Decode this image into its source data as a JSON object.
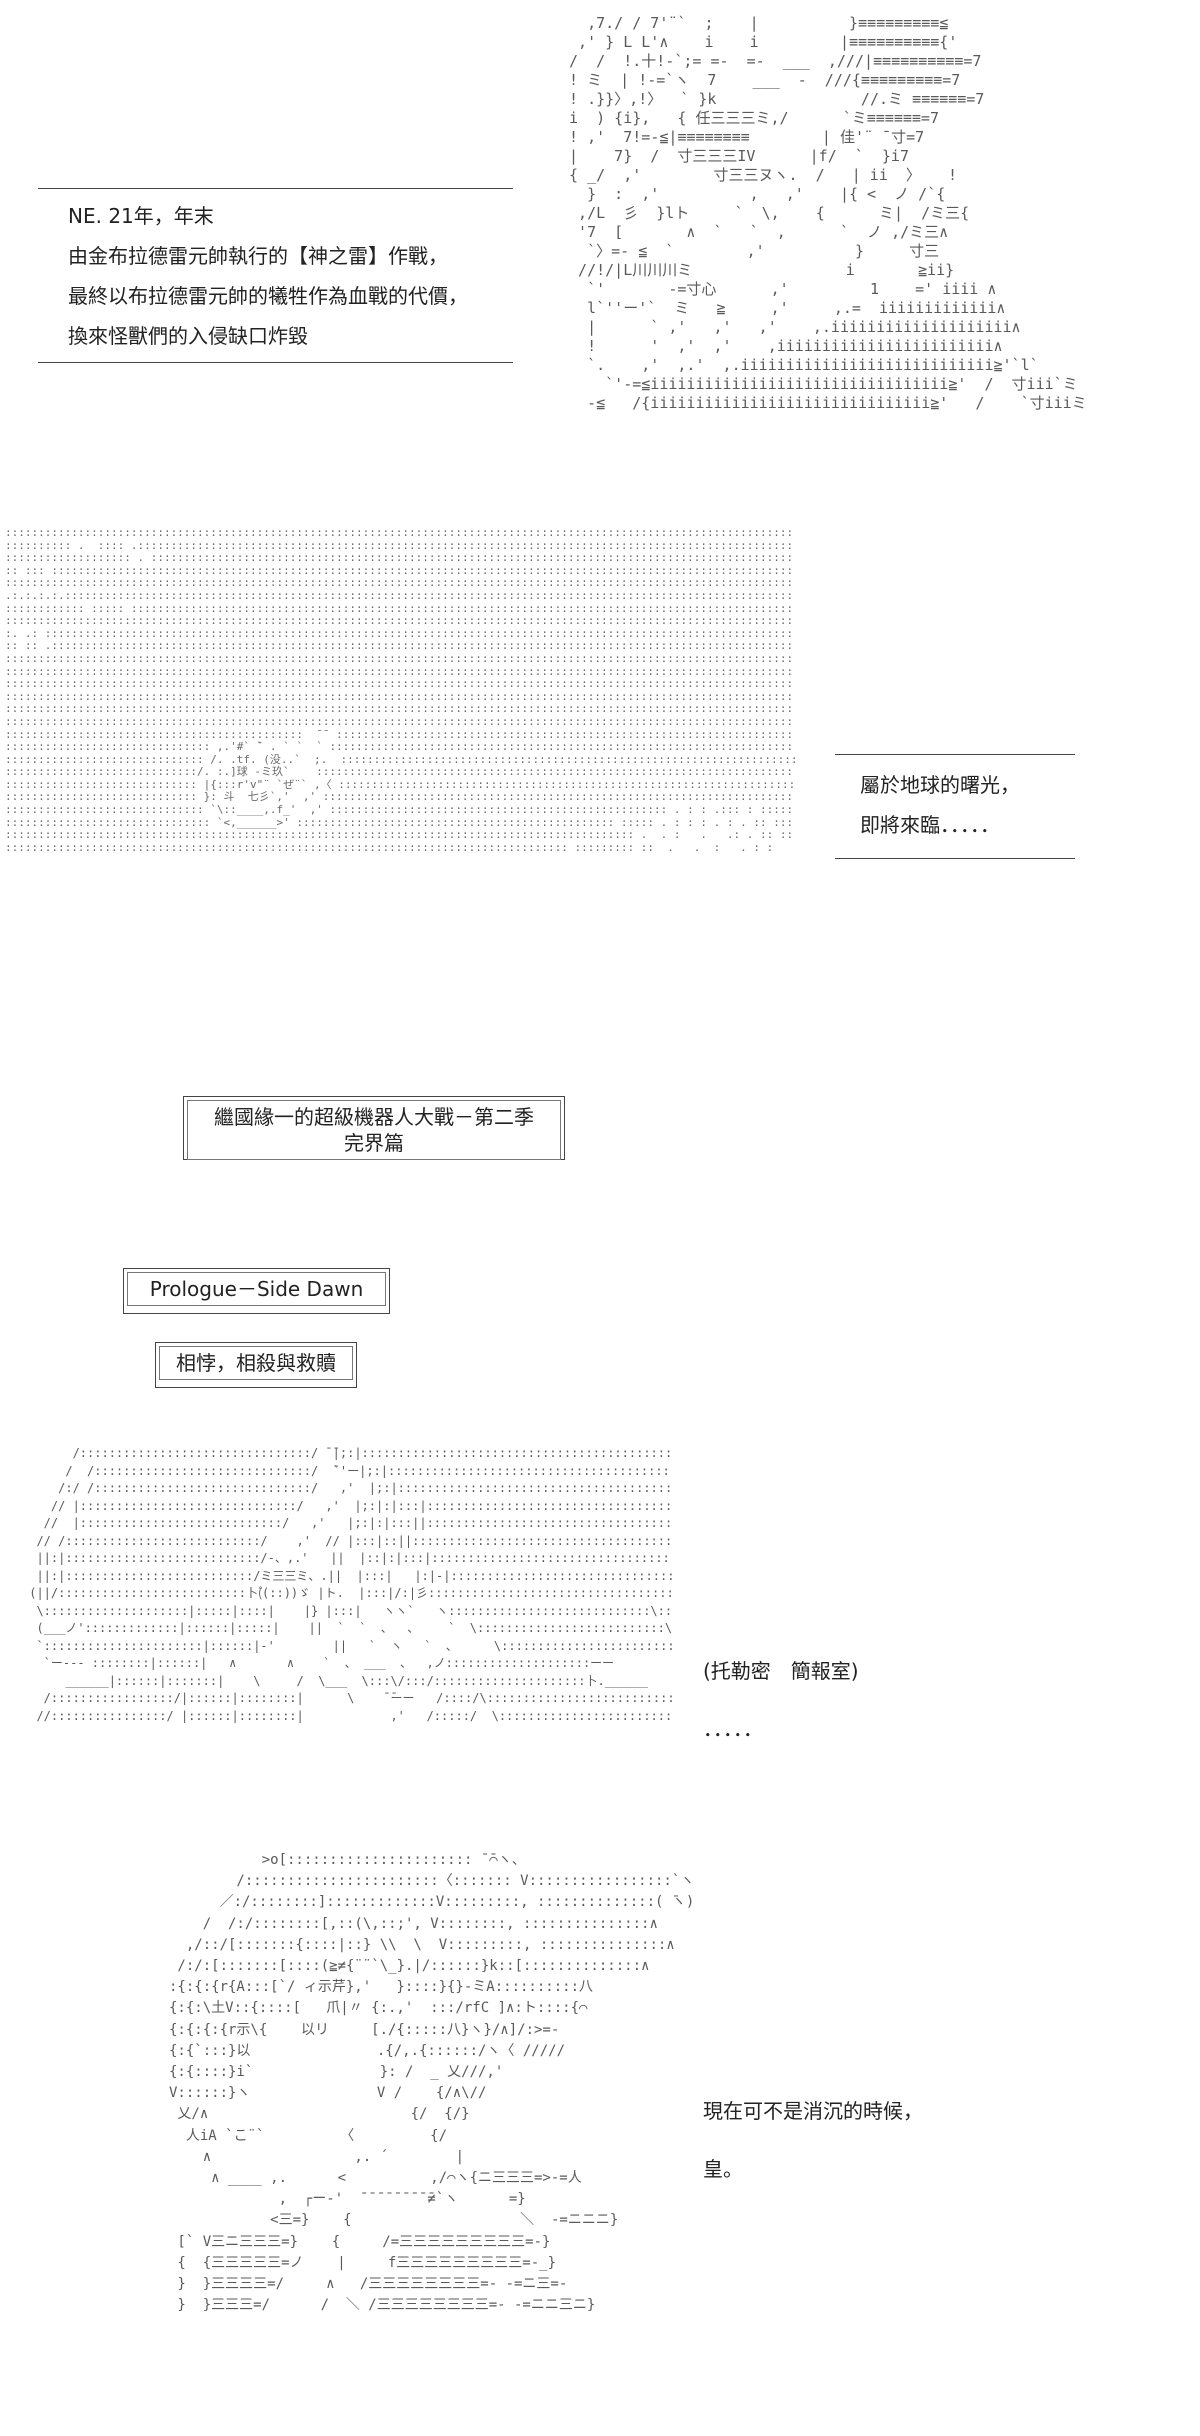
{
  "colors": {
    "background": "#ffffff",
    "text": "#222222",
    "art_ink": "#5a5a5a",
    "rule": "#444444"
  },
  "intro_caption": {
    "lines": [
      "NE. 21年，年末",
      "由金布拉德雷元帥執行的【神之雷】作戰，",
      "最終以布拉德雷元帥的犧牲作為血戰的代價，",
      "換來怪獸們的入侵缺口炸毀"
    ]
  },
  "earth_caption": {
    "lines": [
      "屬於地球的曙光，",
      "即將來臨．．．．．"
    ]
  },
  "title_box": {
    "line1": "繼國緣一的超級機器人大戰－第二季",
    "line2": "完界篇"
  },
  "chapter_box": {
    "label": "Prologue－Side Dawn"
  },
  "subtitle_box": {
    "label": "相悖，相殺與救贖"
  },
  "location_caption": {
    "lines": [
      "(托勒密　簡報室)",
      "．．．．．"
    ]
  },
  "dialogue_caption": {
    "lines": [
      "現在可不是消沉的時候，",
      "皇。"
    ]
  }
}
